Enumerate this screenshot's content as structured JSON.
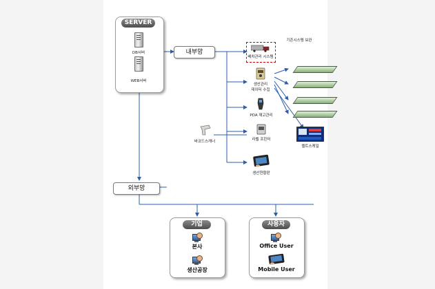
{
  "server": {
    "title": "SERVER",
    "db_label": "DB서버",
    "web_label": "WEB서버"
  },
  "networks": {
    "internal": "내부망",
    "external": "외부망"
  },
  "legacy": {
    "note": "기존시스템 보완",
    "label": "배차관리 시스템"
  },
  "devices": {
    "production_collect": [
      "생산관리",
      "데이터 수집"
    ],
    "pda": "PDA 재고관리",
    "barcode_scanner": "바코드스캐너",
    "label_printer": "라벨 프린터",
    "production_status": "생산현황판",
    "belt_scale": "벨트스케일"
  },
  "groups": {
    "company": {
      "title": "기업",
      "items": [
        "본사",
        "생산공장"
      ]
    },
    "user": {
      "title": "사용자",
      "items": [
        "Office User",
        "Mobile User"
      ]
    }
  },
  "colors": {
    "line": "#2a5db0",
    "pill": "#666666",
    "dash": "#d40000"
  },
  "icons": [
    "server-icon",
    "truck-icon",
    "collector-icon",
    "pda-icon",
    "barcode-scanner-icon",
    "label-printer-icon",
    "tablet-icon",
    "belt-scale-icon",
    "pc-user-icon"
  ]
}
